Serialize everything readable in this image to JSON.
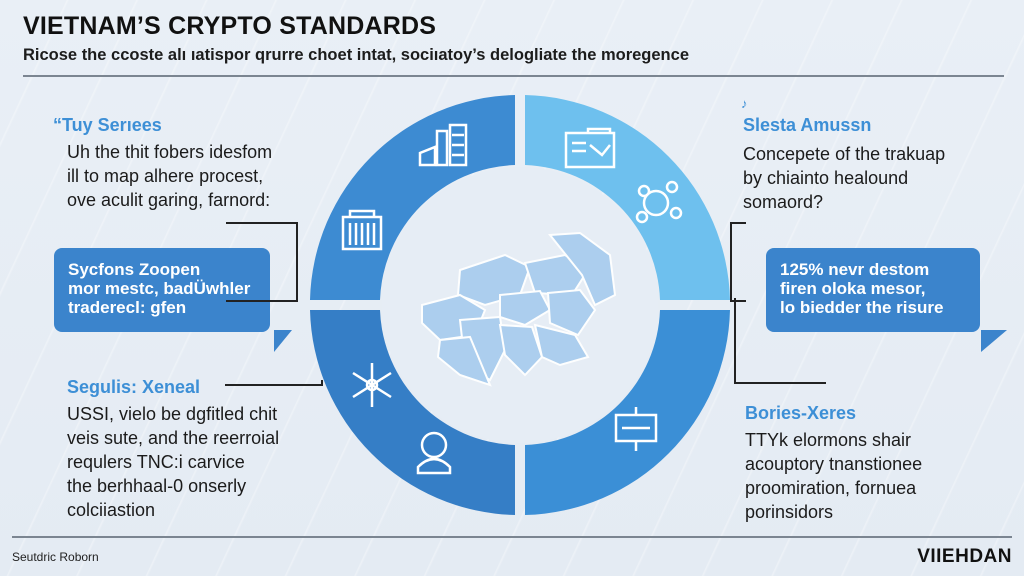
{
  "header": {
    "title": "VIETNAM’S CRYPTO STANDARDS",
    "subtitle": "Ricose the ccoste alı ıatispor qrurre choet intat, sociıatoy’s delogliate the moregence"
  },
  "sections": {
    "top_left": {
      "title": "“Tuy Serıees",
      "body": "Uh the thit fobers idesfom\nill to map alhere procest,\nove aculit garing, farnord:"
    },
    "bottom_left": {
      "title": "Segulis: Xeneal",
      "body": "USSI, vielo be dgfitled chit\nveis sute, and the reerroial\nrequlers TNC:i carvice\nthe berhhaal-0 onserly\ncolciiastion"
    },
    "top_right": {
      "marker": "♪",
      "title": "Slesta Amussn",
      "body": "Concepete of the trakuap\nby chiainto healound\nsomaord?"
    },
    "bottom_right": {
      "title": "Bories-Xeres",
      "body": "TTYk elormons shair\nacouptory tnanstionee\nproomiration, fornuea\nporinsidors"
    }
  },
  "callouts": {
    "left": "Sycfons Zoopen\nmor mestc, badÜwhler\ntraderecl: gfen",
    "right": "125% nevr destom\nfiren oloka mesor,\nlo biedder the risure"
  },
  "wheel": {
    "segments": [
      {
        "position": "top-left",
        "color": "#3d8bd2",
        "icons": [
          "building-chart-icon",
          "office-building-icon"
        ]
      },
      {
        "position": "top-right",
        "color": "#6ec0ee",
        "icons": [
          "document-folder-icon",
          "network-cluster-icon"
        ]
      },
      {
        "position": "bottom-right",
        "color": "#3b8fd6",
        "icons": [
          "circuit-device-icon"
        ]
      },
      {
        "position": "bottom-left",
        "color": "#357ec6",
        "icons": [
          "snowflake-icon",
          "person-avatar-icon"
        ]
      }
    ],
    "center": {
      "label": "map-of-vietnam-regions",
      "fill": "#a9cdee"
    }
  },
  "footer": {
    "left": "Seutdric Roborn",
    "right": "VIIEHDAN"
  },
  "colors": {
    "background": "#e7eef5",
    "accent_blue": "#3b84cc",
    "heading_blue": "#3d8fd6",
    "light_blue": "#6ec0ee",
    "divider": "#7b8591"
  }
}
